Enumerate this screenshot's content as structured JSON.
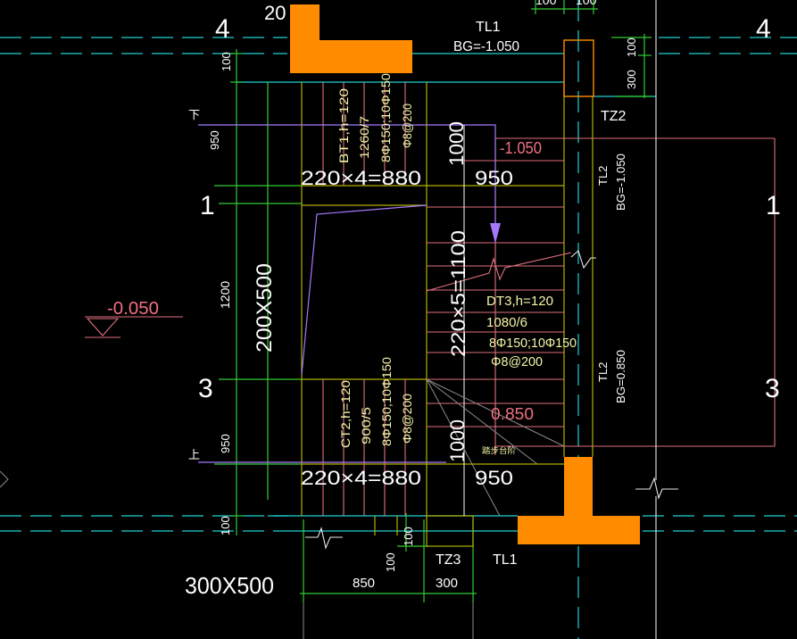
{
  "colors": {
    "background": "#000000",
    "column_fill": "#ff8c00",
    "axis_line": "#1fd0d0",
    "dimension_line": "#33cc33",
    "wall_line": "#b0b000",
    "stair_line": "#e0707c",
    "arrow_line": "#a678ff",
    "label_text": "#ffffff",
    "note_text": "#f4f4a8",
    "level_text": "#f07080"
  },
  "grid_axes": {
    "axis_4_left": "4",
    "axis_4_right": "4",
    "axis_1_left": "1",
    "axis_1_right": "1",
    "axis_3_left": "3",
    "axis_3_right": "3"
  },
  "top_area": {
    "column_mark": "20",
    "dim_100_a": "100",
    "dim_100_b": "100",
    "beam_tl1": "TL1",
    "beam_tl1_level": "BG=-1.050"
  },
  "left_dims": {
    "d100_top": "100",
    "d950_top": "950",
    "d1200": "1200",
    "beam_size": "200X500",
    "d950_bottom": "950",
    "d100_bottom": "100"
  },
  "walk_direction": {
    "down": "下",
    "up": "上"
  },
  "floor_level": "-0.050",
  "flight_bt1": {
    "name": "BT1,h=120",
    "steps": "1260/7",
    "main_rebar": "8Φ150;10Φ150",
    "dist_rebar": "Φ8@200",
    "run": "220×4=880",
    "landing": "950",
    "width": "1000"
  },
  "flight_dt3": {
    "name": "DT3,h=120",
    "steps": "1080/6",
    "main_rebar": "8Φ150;10Φ150",
    "dist_rebar": "Φ8@200",
    "run": "220×5=1100"
  },
  "flight_ct2": {
    "name": "CT2,h=120",
    "steps": "900/5",
    "main_rebar": "8Φ150;10Φ150",
    "dist_rebar": "Φ8@200",
    "run": "220×4=880",
    "landing": "950",
    "width": "1000"
  },
  "levels": {
    "upper_landing": "-1.050",
    "lower_landing": "0.850"
  },
  "right_area": {
    "dim_100": "100",
    "dim_300": "300",
    "column_tz2": "TZ2",
    "beam_tl2_upper": "TL2",
    "beam_tl2_upper_level": "BG=-1.050",
    "beam_tl2_lower": "TL2",
    "beam_tl2_lower_level": "BG=0.850"
  },
  "bottom_area": {
    "dim_100_a": "100",
    "dim_100_b": "100",
    "column_tz3": "TZ3",
    "beam_tl1": "TL1",
    "dim_850": "850",
    "dim_300": "300",
    "beam_size": "300X500",
    "step_note": "踏步台阶"
  }
}
